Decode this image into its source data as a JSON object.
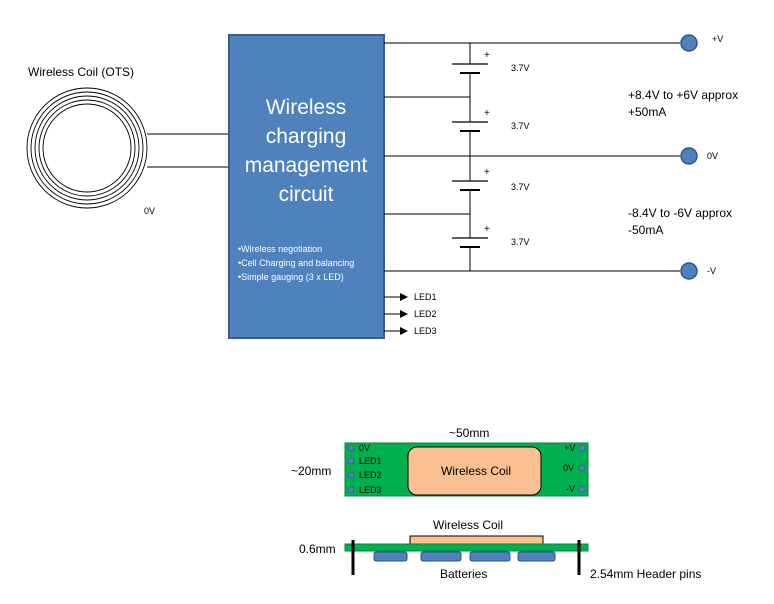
{
  "coil": {
    "title": "Wireless Coil (OTS)",
    "zero_label": "0V"
  },
  "block": {
    "title_lines": [
      "Wireless",
      "charging",
      "management",
      "circuit"
    ],
    "bullets": [
      "•Wireless negotiation",
      "•Cell Charging and balancing",
      "•Simple gauging (3 x LED)"
    ],
    "fill": "#4f81bd",
    "border": "#385d8a"
  },
  "cells": [
    {
      "plus": "+",
      "voltage": "3.7V"
    },
    {
      "plus": "+",
      "voltage": "3.7V"
    },
    {
      "plus": "+",
      "voltage": "3.7V"
    },
    {
      "plus": "+",
      "voltage": "3.7V"
    }
  ],
  "terminals": {
    "pos": "+V",
    "zero": "0V",
    "neg": "-V",
    "color": "#4f81bd"
  },
  "rails": {
    "positive_range": "+8.4V to +6V approx",
    "positive_current": "+50mA",
    "negative_range": "-8.4V to -6V approx",
    "negative_current": "-50mA"
  },
  "leds": [
    "LED1",
    "LED2",
    "LED3"
  ],
  "pcb_top": {
    "width_label": "~50mm",
    "height_label": "~20mm",
    "left_pins": [
      "0V",
      "LED1",
      "LED2",
      "LED3"
    ],
    "right_pins": [
      "+V",
      "0V",
      "-V"
    ],
    "coil_label": "Wireless Coil",
    "board_color": "#00b050",
    "coil_color": "#fac090"
  },
  "pcb_side": {
    "coil_label": "Wireless Coil",
    "thickness_label": "0.6mm",
    "batteries_label": "Batteries",
    "pins_label": "2.54mm Header pins",
    "battery_color": "#4f81bd"
  }
}
